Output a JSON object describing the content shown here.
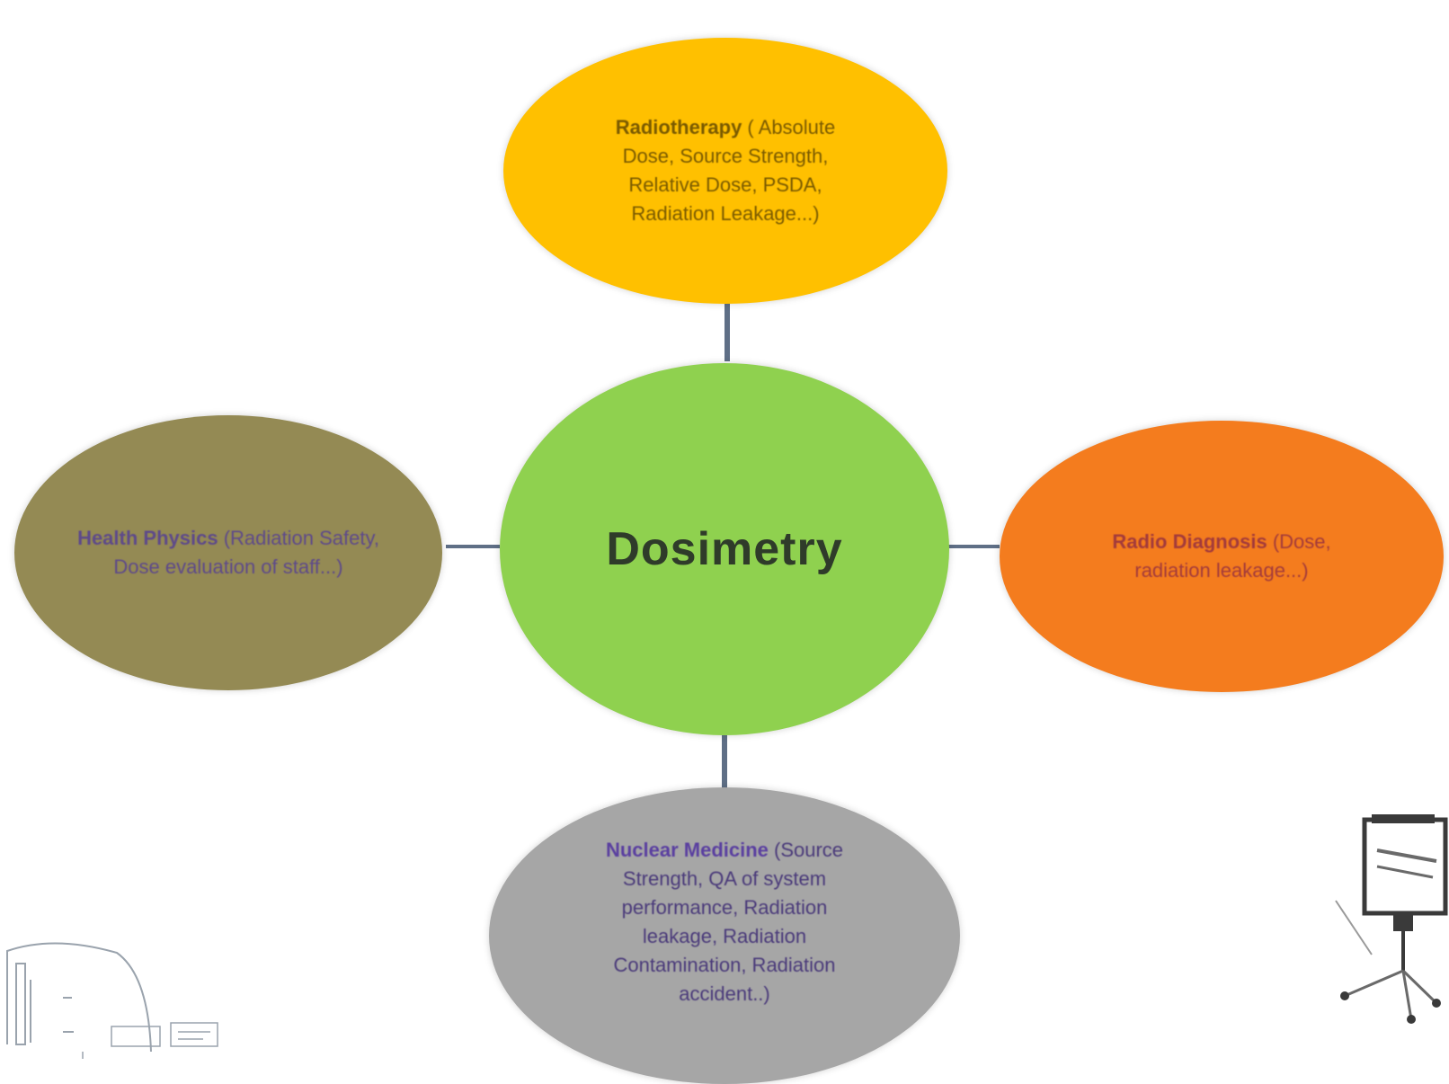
{
  "diagram": {
    "center": {
      "label": "Dosimetry",
      "color": "#8fd14f"
    },
    "top": {
      "title": "Radiotherapy",
      "details": " ( Absolute Dose, Source Strength, Relative Dose, PSDA, Radiation Leakage...)",
      "color": "#ffc000",
      "text_color": "#7a5a00"
    },
    "left": {
      "title": "Health Physics",
      "details": " (Radiation Safety, Dose evaluation of staff...)",
      "color": "#948a54",
      "text_color": "#5e4a8a"
    },
    "right": {
      "title": "Radio Diagnosis",
      "details": " (Dose, radiation leakage...)",
      "color": "#f47c1e",
      "text_color": "#a33b3b"
    },
    "bottom": {
      "title": "Nuclear Medicine",
      "details": " (Source Strength, QA of system performance, Radiation leakage, Radiation Contamination, Radiation accident..)",
      "color": "#a6a6a6",
      "text_color": "#5a3fa0"
    },
    "connector_color": "#5f6f86"
  }
}
